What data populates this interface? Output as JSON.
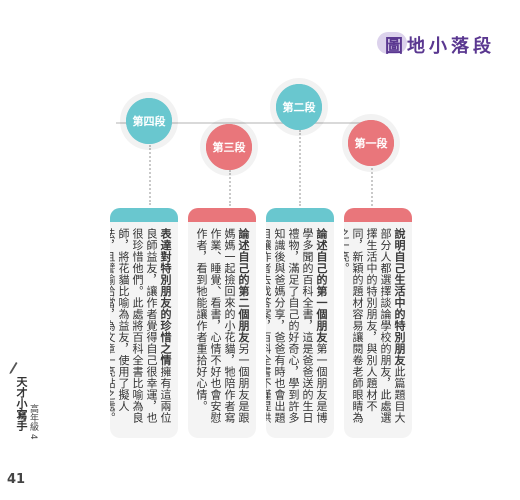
{
  "title": "段落小地圖",
  "nodes": {
    "p1": {
      "label": "第一段",
      "color": "#e9767b"
    },
    "p2": {
      "label": "第二段",
      "color": "#69c7cf"
    },
    "p3": {
      "label": "第三段",
      "color": "#e9767b"
    },
    "p4": {
      "label": "第四段",
      "color": "#69c7cf"
    }
  },
  "cards": {
    "p1": {
      "heading": "說明自己生活中的特別朋友",
      "body": "此篇題目大部分人都選擇談論學校的朋友，此處選擇生活中的特別朋友，與別人題材不同，新穎的題材容易讓閱卷老師眼睛為之一亮。",
      "band": "#e9767b"
    },
    "p2": {
      "heading": "論述自己的第一個朋友",
      "body": "第一個朋友是博學多聞的百科全書，這是爸爸送的生日禮物，滿足了自己的好奇心，學到許多知識後與爸媽分享，爸爸有時也會出題目讓作者去找答案，百科全書不僅提供知識，還帶來了生活樂趣。",
      "band": "#69c7cf"
    },
    "p3": {
      "heading": "論述自己的第二個朋友",
      "body": "另一個朋友是跟媽媽一起撿回來的小花貓，牠陪作者寫作業、睡覺、看書，心情不好也會安慰作者，看到牠能讓作者重拾好心情。",
      "band": "#e9767b"
    },
    "p4": {
      "heading": "表達對特別朋友的珍惜之情",
      "body": "擁有這兩位良師益友，讓作者覺得自己很幸運，也很珍惜他們。此處將百科全書比喻為良師，將花貓比喻為益友，使用了擬人法，且譬喻恰當，為文章一亮點之處。",
      "band": "#69c7cf"
    }
  },
  "side": {
    "logo": "天才小寫手",
    "grade": "高年級 4"
  },
  "page_number": "41"
}
